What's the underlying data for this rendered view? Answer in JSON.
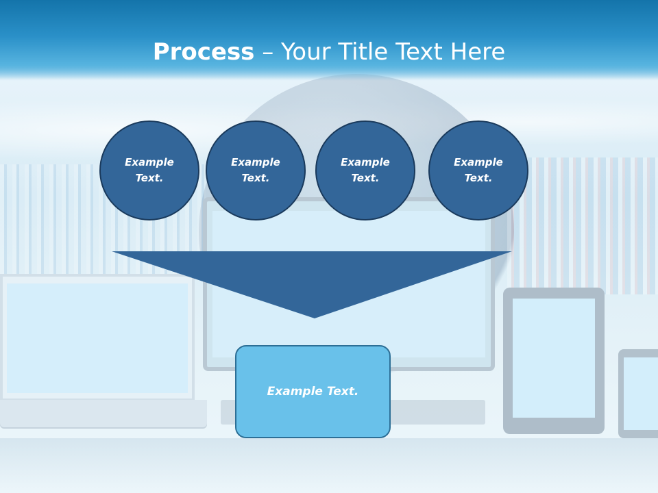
{
  "slide": {
    "title_bold": "Process",
    "title_rest": " – Your Title Text Here"
  },
  "process": {
    "steps": [
      {
        "line1": "Example",
        "line2": "Text."
      },
      {
        "line1": "Example",
        "line2": "Text."
      },
      {
        "line1": "Example",
        "line2": "Text."
      },
      {
        "line1": "Example",
        "line2": "Text."
      }
    ],
    "result": "Example Text."
  },
  "colors": {
    "circle_fill": "#336699",
    "circle_border": "#1a3a5c",
    "arrow_fill": "#336699",
    "result_fill": "#69c1ea",
    "title_band": "#1e86bf"
  }
}
